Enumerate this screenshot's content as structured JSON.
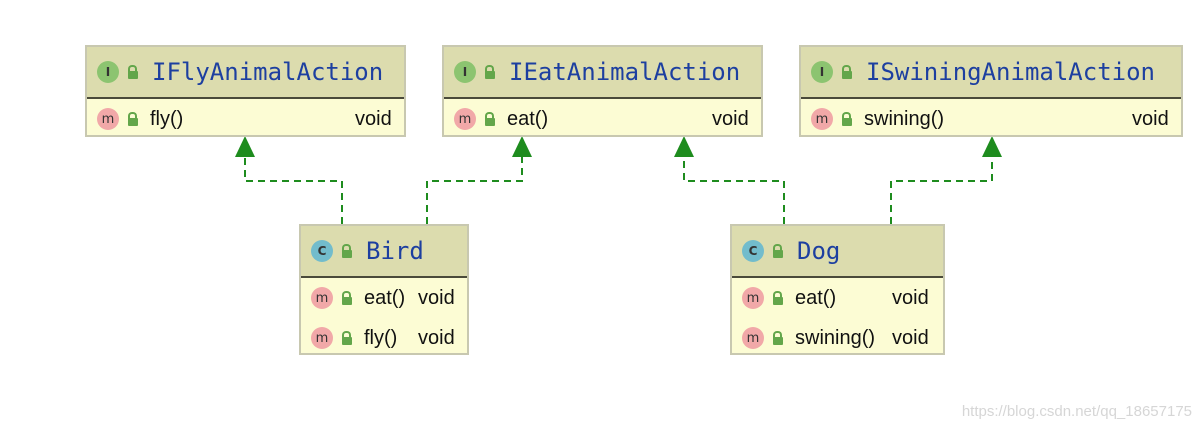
{
  "colors": {
    "header_bg": "#dcdcae",
    "body_bg": "#fcfcd4",
    "title_color": "#1d3fa0",
    "arrow_color": "#1e8c1e",
    "interface_badge": "#8cc470",
    "class_badge": "#72bccc",
    "method_badge": "#f1a8a8"
  },
  "nodes": {
    "ifly": {
      "badge": "I",
      "title": "IFlyAnimalAction",
      "methods": [
        {
          "badge": "m",
          "name": "fly()",
          "type": "void"
        }
      ]
    },
    "ieat": {
      "badge": "I",
      "title": "IEatAnimalAction",
      "methods": [
        {
          "badge": "m",
          "name": "eat()",
          "type": "void"
        }
      ]
    },
    "iswim": {
      "badge": "I",
      "title": "ISwiningAnimalAction",
      "methods": [
        {
          "badge": "m",
          "name": "swining()",
          "type": "void"
        }
      ]
    },
    "bird": {
      "badge": "C",
      "title": "Bird",
      "methods": [
        {
          "badge": "m",
          "name": "eat()",
          "type": "void"
        },
        {
          "badge": "m",
          "name": "fly()",
          "type": "void"
        }
      ]
    },
    "dog": {
      "badge": "C",
      "title": "Dog",
      "methods": [
        {
          "badge": "m",
          "name": "eat()",
          "type": "void"
        },
        {
          "badge": "m",
          "name": "swining()",
          "type": "void"
        }
      ]
    }
  },
  "relations": [
    {
      "from": "Bird",
      "to": "IFlyAnimalAction",
      "kind": "implements"
    },
    {
      "from": "Bird",
      "to": "IEatAnimalAction",
      "kind": "implements"
    },
    {
      "from": "Dog",
      "to": "IEatAnimalAction",
      "kind": "implements"
    },
    {
      "from": "Dog",
      "to": "ISwiningAnimalAction",
      "kind": "implements"
    }
  ],
  "watermark": "https://blog.csdn.net/qq_18657175"
}
